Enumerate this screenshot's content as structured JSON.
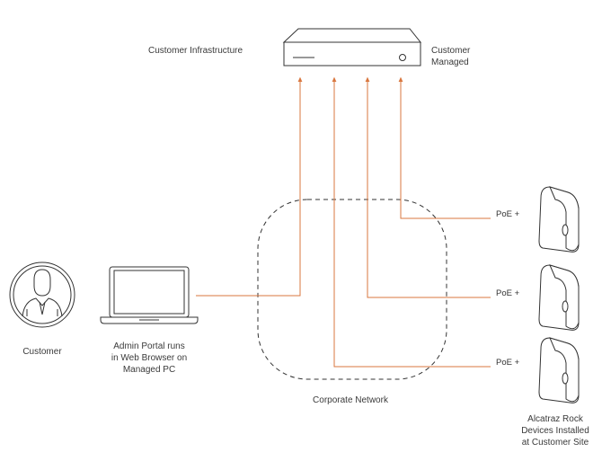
{
  "infrastructure": {
    "label": "Customer Infrastructure",
    "managed_line1": "Customer",
    "managed_line2": "Managed"
  },
  "customer": {
    "label": "Customer"
  },
  "admin_portal": {
    "line1": "Admin Portal runs",
    "line2": "in Web Browser on",
    "line3": "Managed PC"
  },
  "network": {
    "label": "Corporate Network"
  },
  "poe": {
    "label": "PoE +"
  },
  "devices": {
    "line1": "Alcatraz Rock",
    "line2": "Devices Installed",
    "line3": "at Customer Site"
  },
  "colors": {
    "link": "#d9773f",
    "outline": "#333333",
    "dashed": "#333333"
  }
}
